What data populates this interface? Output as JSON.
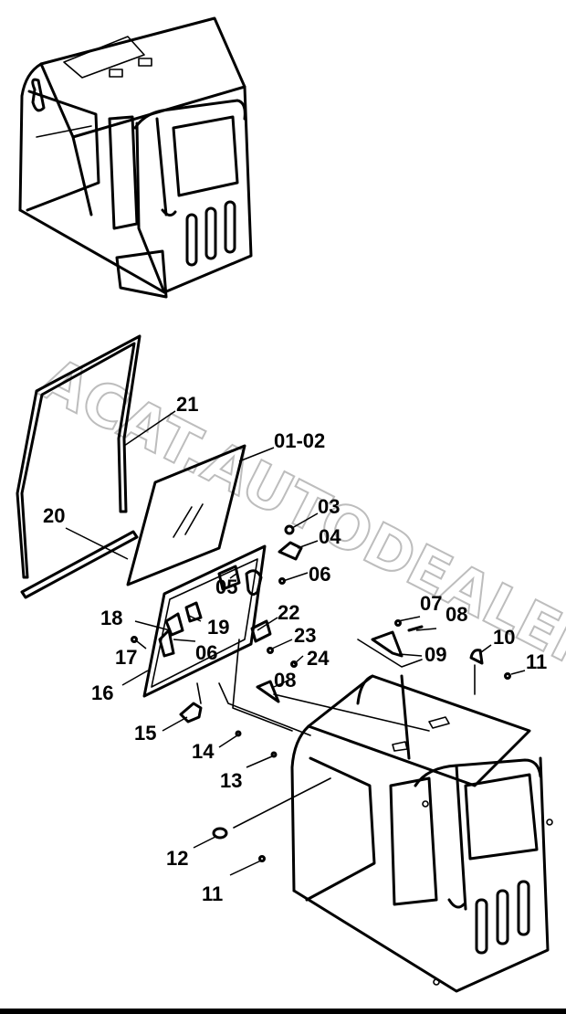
{
  "watermark": "ACAT.AUTODEALER.RU",
  "labels": {
    "p21": "21",
    "p0102": "01-02",
    "p20": "20",
    "p03": "03",
    "p04": "04",
    "p05": "05",
    "p06a": "06",
    "p06b": "06",
    "p07": "07",
    "p08a": "08",
    "p08b": "08",
    "p09": "09",
    "p10": "10",
    "p11a": "11",
    "p11b": "11",
    "p12": "12",
    "p13": "13",
    "p14": "14",
    "p15": "15",
    "p16": "16",
    "p17": "17",
    "p18": "18",
    "p19": "19",
    "p22": "22",
    "p23": "23",
    "p24": "24"
  }
}
